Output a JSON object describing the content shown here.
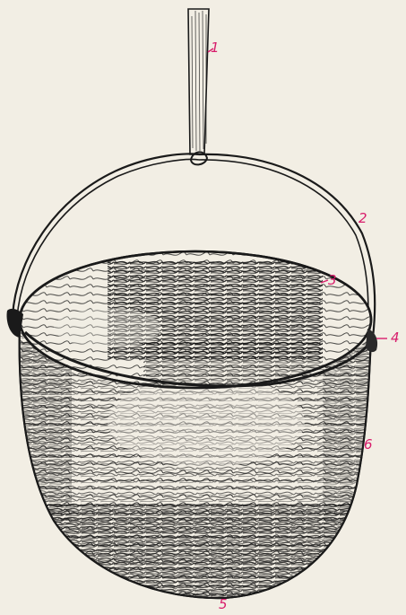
{
  "labels": {
    "l1": "1",
    "l2": "2",
    "l3": "3",
    "l4": "4",
    "l5": "5",
    "l6": "6"
  },
  "colors": {
    "paper": "#f2eee4",
    "ink": "#1a1a1a",
    "label_ink": "#d81d6b"
  }
}
